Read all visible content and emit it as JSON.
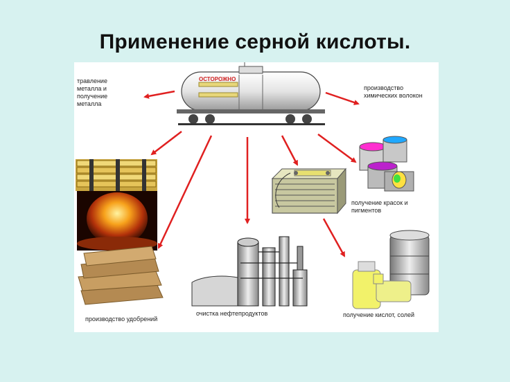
{
  "title": "Применение серной кислоты.",
  "diagram": {
    "tank_label": "ОСТОРОЖНО",
    "labels": {
      "etching": [
        "травление",
        "металла и",
        "получение",
        "металла"
      ],
      "fibers": [
        "производство",
        "химических волокон"
      ],
      "paints": [
        "получение красок и",
        "пигментов"
      ],
      "fertilizers": "производство удобрений",
      "oil": "очистка нефтепродуктов",
      "acids": "получение кислот, солей"
    },
    "colors": {
      "arrow": "#e02020",
      "background": "#d7f2f0",
      "panel": "#ffffff"
    }
  }
}
